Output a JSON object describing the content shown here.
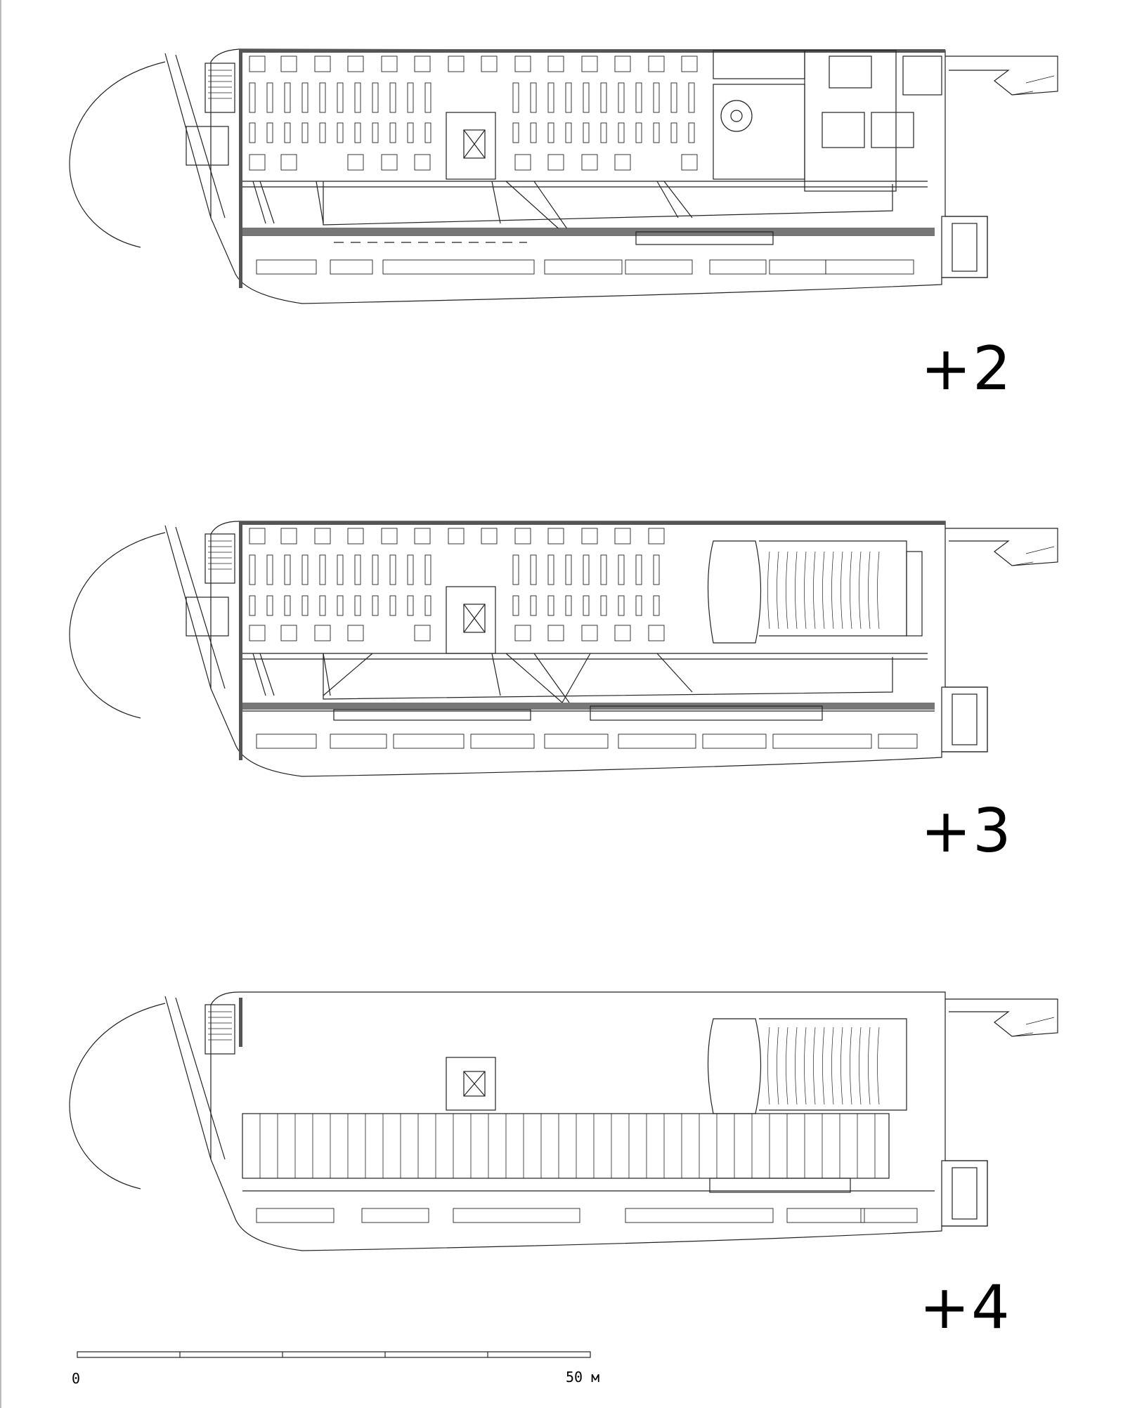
{
  "floors": [
    {
      "id": "floor-2",
      "label": "+2"
    },
    {
      "id": "floor-3",
      "label": "+3"
    },
    {
      "id": "floor-4",
      "label": "+4"
    }
  ],
  "scale_bar": {
    "start_label": "0",
    "end_label": "50 м"
  }
}
